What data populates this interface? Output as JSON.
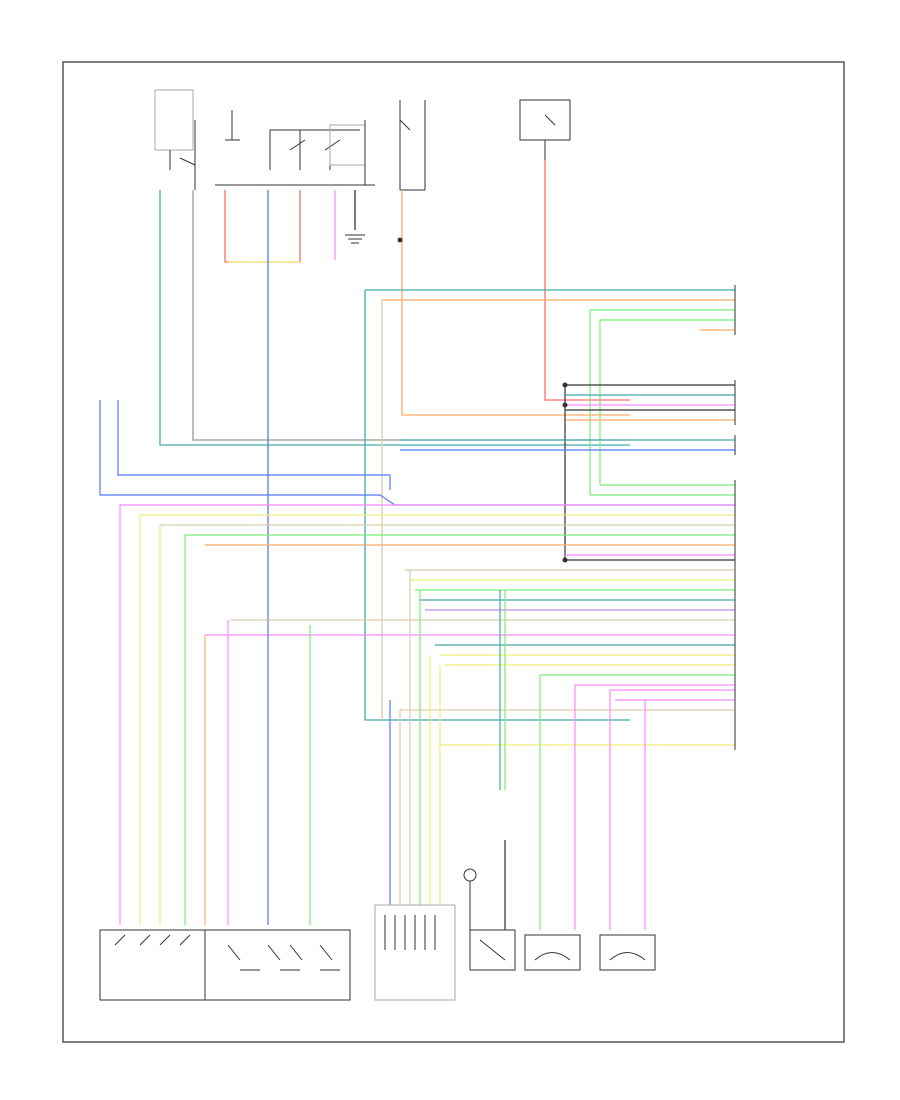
{
  "title": "",
  "figure_id": "",
  "colors": {
    "frame": "#555555",
    "black": "#333333",
    "red": "#ff6b6b",
    "pink": "#ff88ff",
    "blue": "#5577ff",
    "yellow": "#eeee77",
    "green": "#77ee77",
    "teal": "#44aaaa",
    "orange": "#ffaa66",
    "tan": "#ddccaa",
    "violet": "#cc88ee",
    "gray": "#999999"
  },
  "components": [
    {
      "id": "pcm",
      "label": ""
    },
    {
      "id": "tcm",
      "label": ""
    },
    {
      "id": "solenoid-assembly",
      "label": ""
    },
    {
      "id": "pressure-switch",
      "label": ""
    },
    {
      "id": "input-speed-sensor",
      "label": ""
    },
    {
      "id": "output-speed-sensor",
      "label": ""
    },
    {
      "id": "ignition-switch",
      "label": ""
    },
    {
      "id": "fuse-block",
      "label": ""
    }
  ],
  "connector_pins": []
}
